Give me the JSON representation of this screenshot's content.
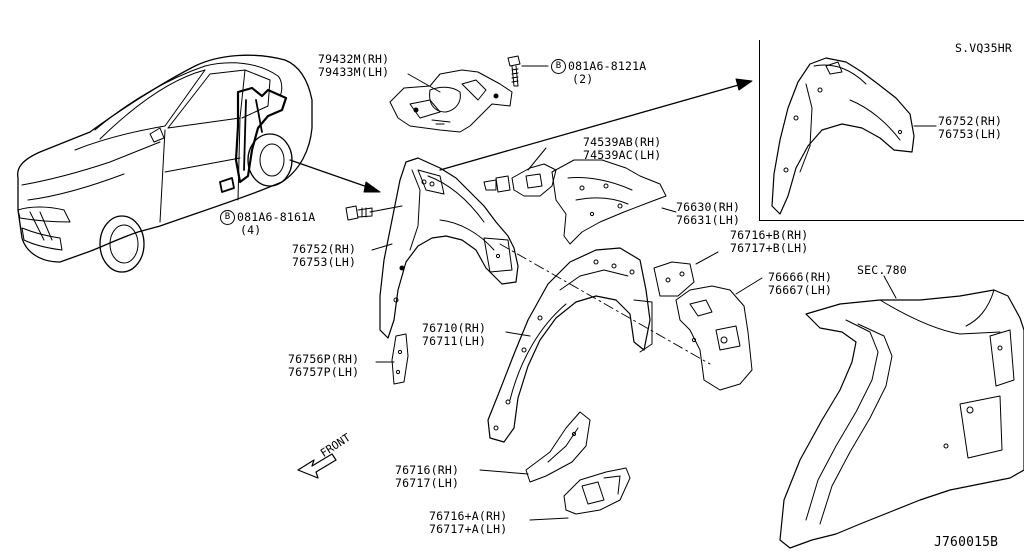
{
  "diagram": {
    "inset_label": "S.VQ35HR",
    "diagram_code": "J760015B",
    "front_label": "FRONT",
    "sec_label": "SEC.780",
    "bolt_symbol": "B",
    "parts": {
      "p79432": {
        "rh": "79432M(RH)",
        "lh": "79433M(LH)"
      },
      "bolt_8121": {
        "code": "081A6-8121A",
        "qty": "(2)"
      },
      "bolt_8161": {
        "code": "081A6-8161A",
        "qty": "(4)"
      },
      "p74539": {
        "rh": "74539AB(RH)",
        "lh": "74539AC(LH)"
      },
      "p76630": {
        "rh": "76630(RH)",
        "lh": "76631(LH)"
      },
      "p76752_inset": {
        "rh": "76752(RH)",
        "lh": "76753(LH)"
      },
      "p76752_main": {
        "rh": "76752(RH)",
        "lh": "76753(LH)"
      },
      "p76716b": {
        "rh": "76716+B(RH)",
        "lh": "76717+B(LH)"
      },
      "p76666": {
        "rh": "76666(RH)",
        "lh": "76667(LH)"
      },
      "p76710": {
        "rh": "76710(RH)",
        "lh": "76711(LH)"
      },
      "p76756": {
        "rh": "76756P(RH)",
        "lh": "76757P(LH)"
      },
      "p76716": {
        "rh": "76716(RH)",
        "lh": "76717(LH)"
      },
      "p76716a": {
        "rh": "76716+A(RH)",
        "lh": "76717+A(LH)"
      }
    }
  }
}
